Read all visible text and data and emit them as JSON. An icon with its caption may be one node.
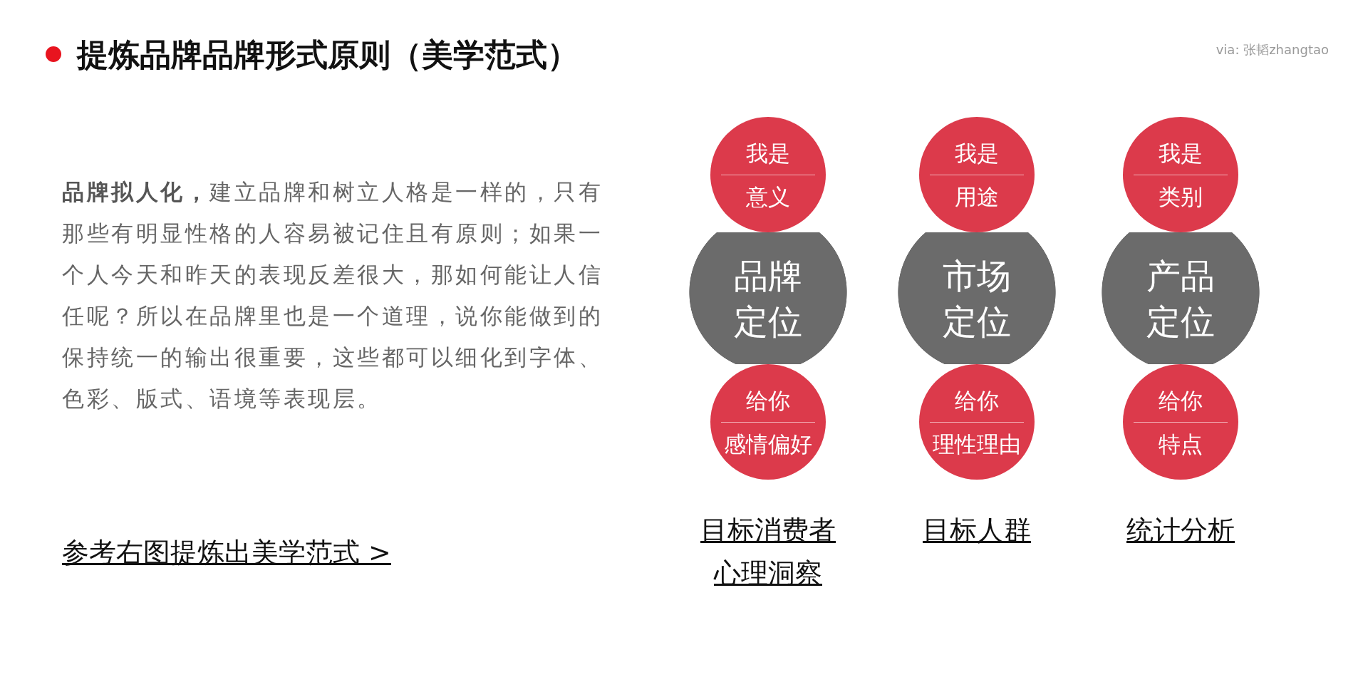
{
  "diagram": {
    "title": "提炼品牌品牌形式原则（美学范式）",
    "nodes": [
      {
        "text": [
          "我是",
          "意义"
        ]
      },
      {
        "text": [
          "品牌定位"
        ]
      },
      {
        "text": [
          "给你",
          "感情偏好"
        ]
      },
      {
        "text": [
          "我是",
          "用途"
        ]
      },
      {
        "text": [
          "市场定位"
        ]
      },
      {
        "text": [
          "给你",
          "理性理由"
        ]
      },
      {
        "text": [
          "我是",
          "类别"
        ]
      },
      {
        "text": [
          "产品定位"
        ]
      },
      {
        "text": [
          "给你",
          "特点"
        ]
      }
    ],
    "labels": [
      "via: 张韬zhangtao",
      "**品牌拟人化，**建立品牌和树立人格是一样的，只有那些有明显性格的人容易被记住且有原则；如果一个人今天和昨天的表现反差很大，那如何能让人信任呢？所以在品牌里也是一个道理，说你能做到的保持统一的输出很重要，这些都可以细化到字体、色彩、版式、语境等表现层。",
      "参考右图提炼出美学范式 >",
      "目标消费者心理洞察",
      "目标人群",
      "统计分析"
    ]
  }
}
